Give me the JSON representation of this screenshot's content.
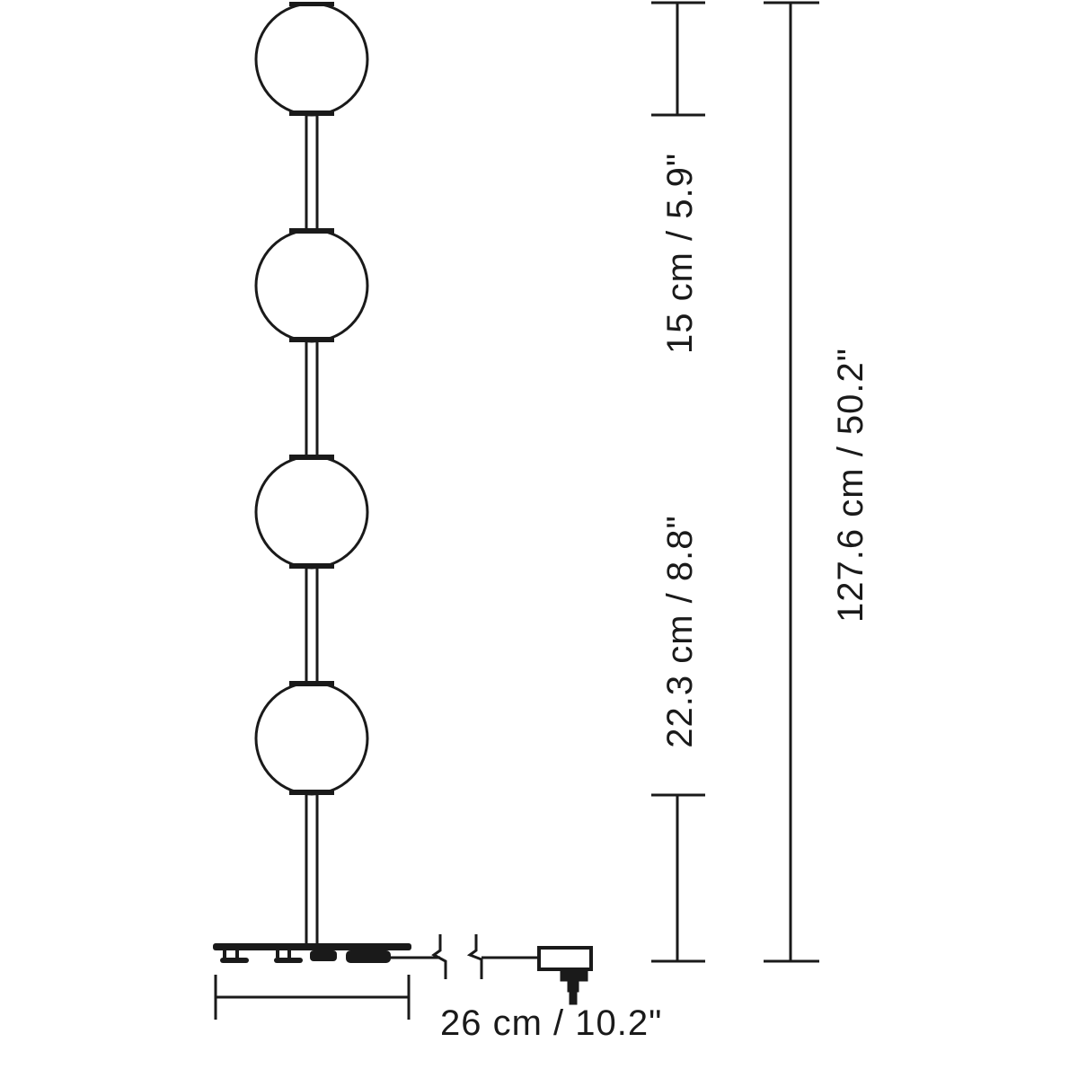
{
  "dimensions": {
    "globe_height": "15 cm / 5.9\"",
    "globe_spacing": "22.3 cm / 8.8\"",
    "total_height": "127.6 cm / 50.2\"",
    "base_width": "26 cm / 10.2\""
  },
  "colors": {
    "line": "#1a1a1a",
    "background": "#ffffff"
  }
}
